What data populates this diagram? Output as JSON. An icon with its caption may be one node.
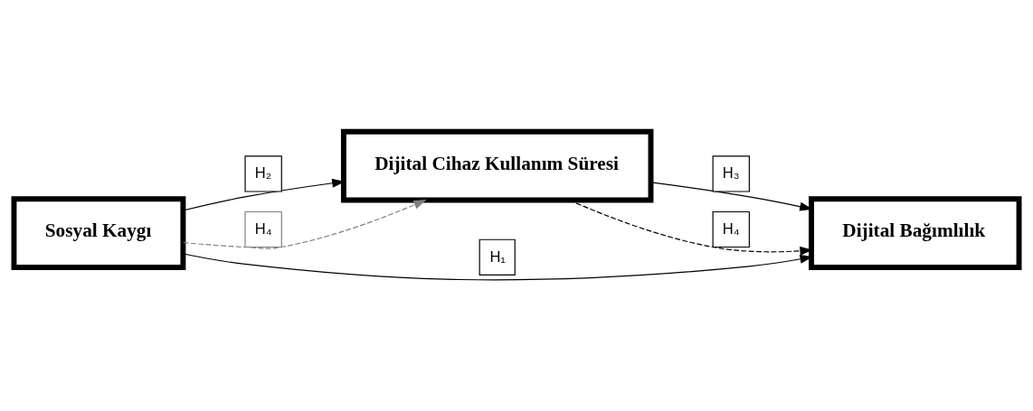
{
  "diagram": {
    "nodes": [
      {
        "text": [
          "Dijital Cihaz Kullanım Süresi"
        ]
      },
      {
        "text": [
          "Sosyal Kaygı"
        ]
      },
      {
        "text": [
          "Dijital Bağımlılık"
        ]
      }
    ],
    "edges": [
      {
        "from": 1,
        "to": 0,
        "arrow": "to",
        "label": "H₂"
      },
      {
        "from": 0,
        "to": 2,
        "arrow": "to",
        "label": "H₃"
      },
      {
        "from": 1,
        "to": 0,
        "arrow": "to",
        "label": "H₄",
        "style": "dashed",
        "color": "#808080"
      },
      {
        "from": 0,
        "to": 2,
        "arrow": "to",
        "label": "H₄",
        "style": "dashed"
      },
      {
        "from": 1,
        "to": 2,
        "arrow": "to",
        "label": "H₁"
      }
    ]
  }
}
